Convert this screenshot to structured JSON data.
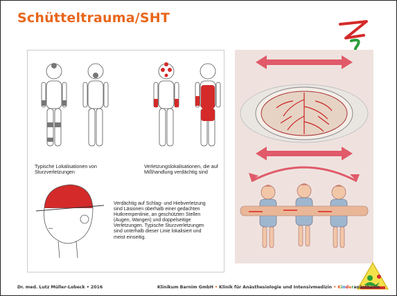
{
  "slide": {
    "title": "Schütteltrauma/SHT",
    "caption_typical": "Typische Lokalisationen von Sturzverletzungen",
    "caption_abuse": "Verletzungslokalisationen, die auf Mißhandlung verdächtig sind",
    "caption_head": "Verdächtig auf Schlag- und Hiebverletzung sind Läsionen oberhalb einer gedachten Hutkrempenlinie, an geschützten Stellen (Augen, Wangen) und doppelseitige Verletzungen. Typische Sturzverletzungen sind unterhalb dieser Linie lokalisiert und meist einseitig."
  },
  "footer": {
    "author": "Dr. med. Lutz Müller-Lobeck • 2016",
    "clinic_prefix": "Klinikum Barnim GmbH",
    "clinic_middle": "Klinik für Anästhesiologie und Intensivmedizin",
    "kinder_k": "K",
    "kinder_i": "i",
    "kinder_n": "n",
    "kinder_d": "d",
    "kinder_e": "e",
    "kinder_r": "r",
    "kinder_rest": "anästhesie",
    "separator": "•"
  },
  "colors": {
    "accent": "#e8661a",
    "injury_red": "#d42a2a",
    "arrow_pink": "#e05a6a"
  }
}
